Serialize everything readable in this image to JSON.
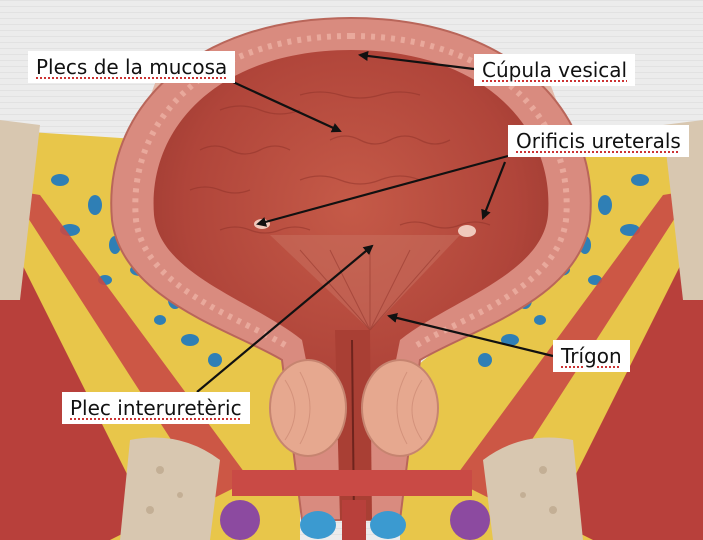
{
  "labels": {
    "plecs_mucosa": "Plecs de la mucosa",
    "cupula_vesical": "Cúpula vesical",
    "orificis_ureterals": "Orificis ureterals",
    "trigon": "Trígon",
    "plec_interureteric": "Plec interuretèric"
  },
  "colors": {
    "background": "#ececec",
    "bladder_lumen": "#b5483a",
    "bladder_wall": "#d98b7f",
    "fat_tissue": "#e8c64a",
    "vessels": "#2f7fb5",
    "muscle": "#c94a45",
    "bone": "#d8c7b0",
    "arrow": "#111111"
  }
}
